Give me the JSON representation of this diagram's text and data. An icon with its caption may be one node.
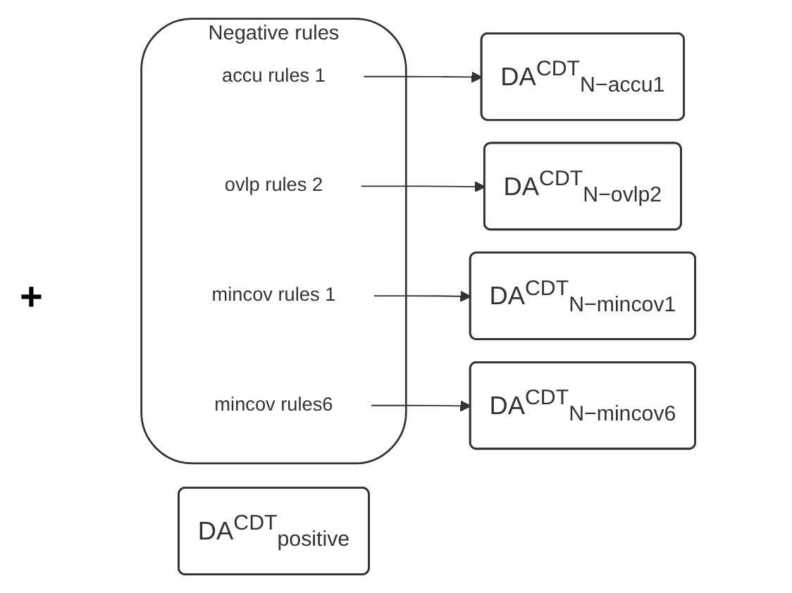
{
  "diagram": {
    "nodes": [
      {
        "text": [
          "DA$^{CDT}$$_{positive}$"
        ]
      },
      {
        "text": [
          "Negative rules"
        ]
      },
      {
        "text": [
          "accu rules 1"
        ],
        "in": 1
      },
      {
        "text": [
          "ovlp rules 2"
        ],
        "in": 1
      },
      {
        "text": [
          "mincov rules 1"
        ],
        "in": 1
      },
      {
        "text": [
          "mincov rules6"
        ],
        "in": 1
      },
      {
        "text": [
          "DA$^{CDT}$$_{N−accu1}$"
        ]
      },
      {
        "text": [
          "DA$^{CDT}$$_{N−ovlp2}$"
        ]
      },
      {
        "text": [
          "DA$^{CDT}$$_{N−mincov1}$"
        ]
      },
      {
        "text": [
          "DA$^{CDT}$$_{N−mincov6}$"
        ]
      }
    ],
    "edges": [
      {
        "from": 2,
        "to": 6,
        "arrow": "to"
      },
      {
        "from": 3,
        "to": 7,
        "arrow": "to"
      },
      {
        "from": 4,
        "to": 8,
        "arrow": "to"
      },
      {
        "from": 5,
        "to": 9,
        "arrow": "to"
      }
    ],
    "labels": [
      "+"
    ]
  }
}
